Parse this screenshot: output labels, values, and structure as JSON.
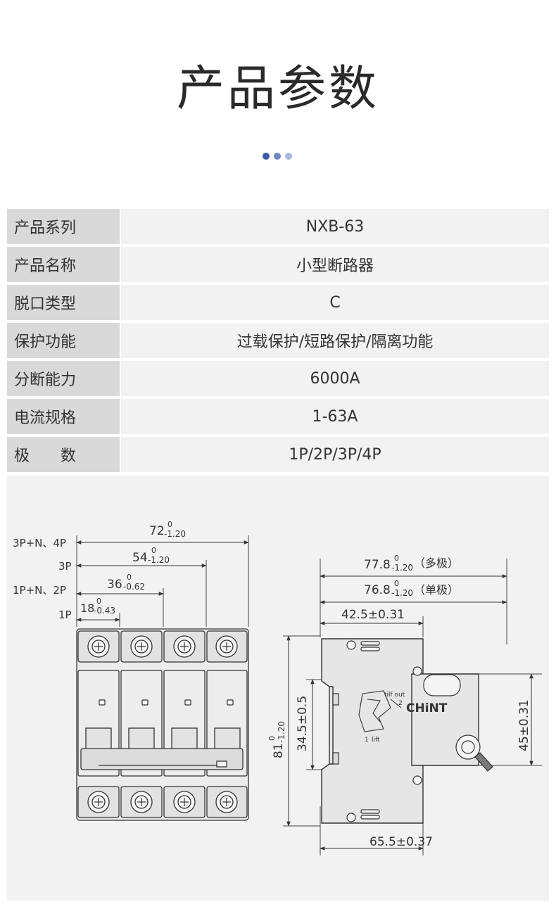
{
  "page": {
    "title": "产品参数",
    "dot_colors": [
      "#3b5aa8",
      "#6f86c4",
      "#a9b8e0"
    ]
  },
  "specs": [
    {
      "label": "产品系列",
      "value": "NXB-63"
    },
    {
      "label": "产品名称",
      "value": "小型断路器"
    },
    {
      "label": "脱口类型",
      "value": "C"
    },
    {
      "label": "保护功能",
      "value": "过载保护/短路保护/隔离功能"
    },
    {
      "label": "分断能力",
      "value": "6000A"
    },
    {
      "label": "电流规格",
      "value": "1-63A"
    },
    {
      "label": "极　　数",
      "value": "1P/2P/3P/4P"
    }
  ],
  "drawing": {
    "front": {
      "pole_labels": [
        "3P+N、4P",
        "3P",
        "1P+N、2P",
        "1P"
      ],
      "widths": [
        {
          "value": "72",
          "tol_upper": "0",
          "tol_lower": "-1.20"
        },
        {
          "value": "54",
          "tol_upper": "0",
          "tol_lower": "-1.20"
        },
        {
          "value": "36",
          "tol_upper": "0",
          "tol_lower": "-0.62"
        },
        {
          "value": "18",
          "tol_upper": "0",
          "tol_lower": "-0.43"
        }
      ]
    },
    "side": {
      "depth_multi": {
        "value": "77.8",
        "tol_upper": "0",
        "tol_lower": "-1.20",
        "note": "（多极）"
      },
      "depth_single": {
        "value": "76.8",
        "tol_upper": "0",
        "tol_lower": "-1.20",
        "note": "（单极）"
      },
      "rail_depth": "42.5±0.31",
      "base_depth": "65.5±0.37",
      "height": {
        "value": "81",
        "tol_upper": "0",
        "tol_lower": "-1.20"
      },
      "rail_height": "34.5±0.5",
      "front_height": "45±0.31",
      "brand": "CHiNT",
      "tilt_out": "tilf out",
      "lift": "lift",
      "num_1": "1",
      "num_2": "2"
    }
  }
}
